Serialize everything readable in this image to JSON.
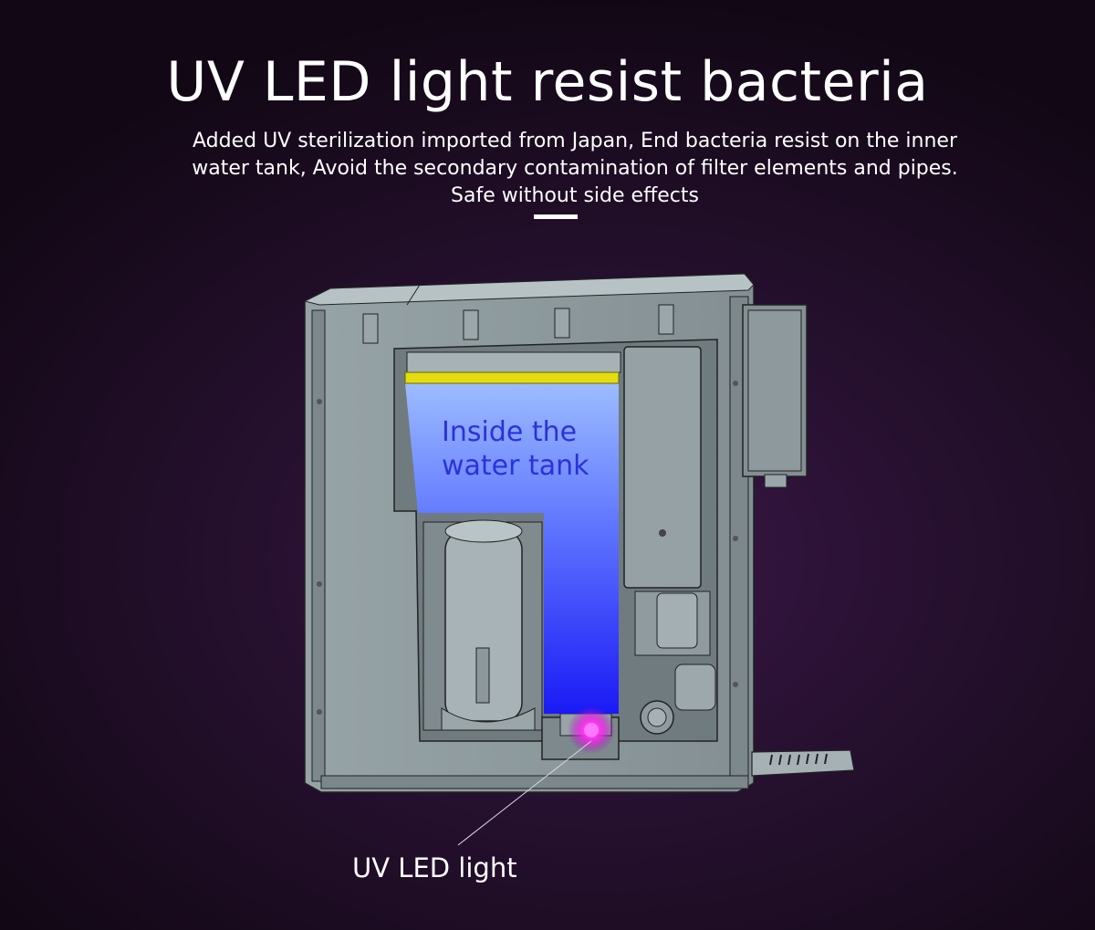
{
  "heading": {
    "title": "UV LED light resist bacteria",
    "subtitle": "Added UV sterilization imported from Japan, End bacteria resist on the inner water tank, Avoid the secondary contamination of filter elements and pipes. Safe without side effects"
  },
  "diagram": {
    "tank_label": "Inside the water tank",
    "led_label": "UV LED light"
  },
  "colors": {
    "background": "#26102f",
    "machine_body": "#8d9a9e",
    "tank_top": "#8fb1ff",
    "tank_bottom": "#1f1ff5",
    "tank_rim": "#e8e000",
    "uv_glow": "#ff2cff"
  }
}
